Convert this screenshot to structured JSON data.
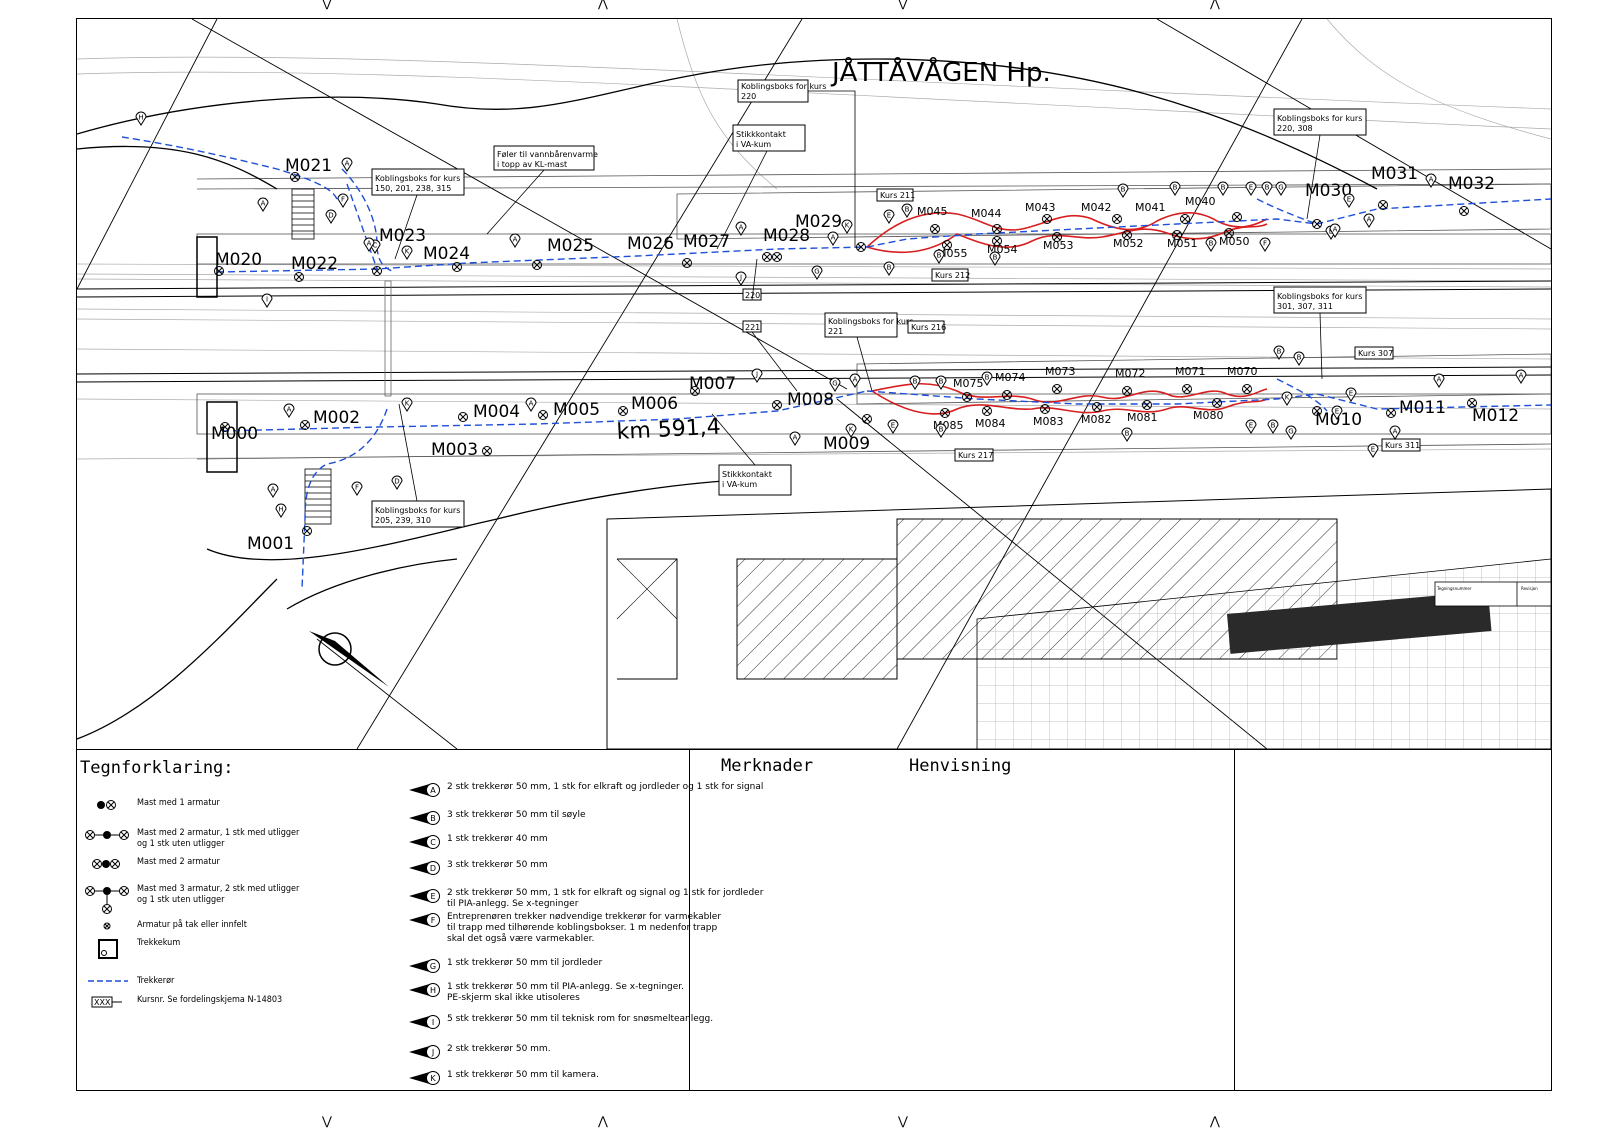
{
  "drawing": {
    "station_title": "JÅTTÅVÅGEN Hp.",
    "km_label": "km 591,4"
  },
  "masts": [
    "M000",
    "M001",
    "M002",
    "M003",
    "M004",
    "M005",
    "M006",
    "M007",
    "M008",
    "M009",
    "M010",
    "M011",
    "M012",
    "M020",
    "M021",
    "M022",
    "M023",
    "M024",
    "M025",
    "M026",
    "M027",
    "M028",
    "M029",
    "M030",
    "M031",
    "M032",
    "M040",
    "M041",
    "M042",
    "M043",
    "M044",
    "M045",
    "M050",
    "M051",
    "M052",
    "M053",
    "M054",
    "M055",
    "M070",
    "M071",
    "M072",
    "M073",
    "M074",
    "M075",
    "M080",
    "M081",
    "M082",
    "M083",
    "M084",
    "M085"
  ],
  "callouts": [
    "Koblingsboks for kurs 220",
    "Stikkkontakt i VA-kum",
    "Føler til vannbårenvarme i topp av KL-mast",
    "Koblingsboks for kurs 150, 201, 238, 315",
    "Koblingsboks for kurs 220, 308",
    "Koblingsboks for kurs 301, 307, 311",
    "Koblingsboks for kurs 221",
    "Koblingsboks for kurs 205, 239, 310",
    "Stikkkontakt i VA-kum",
    "Kurs 211",
    "Kurs 212",
    "Kurs 216",
    "Kurs 217",
    "Kurs 307",
    "Kurs 311",
    "220",
    "221"
  ],
  "legend": {
    "heading": "Tegnforklaring:",
    "symbols": [
      {
        "icon": "mast-1-icon",
        "text": "Mast med 1 armatur"
      },
      {
        "icon": "mast-2-outrigger-icon",
        "text": "Mast med 2 armatur, 1 stk med utligger\nog 1 stk uten utligger"
      },
      {
        "icon": "mast-2-icon",
        "text": "Mast med 2 armatur"
      },
      {
        "icon": "mast-3-icon",
        "text": "Mast med 3 armatur, 2 stk med utligger\nog 1 stk uten utligger"
      },
      {
        "icon": "roof-fixture-icon",
        "text": "Armatur på tak eller innfelt"
      },
      {
        "icon": "pull-pit-icon",
        "text": "Trekkekum"
      },
      {
        "icon": "conduit-line-icon",
        "text": "Trekkerør"
      },
      {
        "icon": "circuit-tag-icon",
        "text": "Kursnr. Se fordelingskjema N-14803"
      }
    ],
    "codes": [
      {
        "letter": "A",
        "text": "2 stk trekkerør 50 mm, 1 stk for elkraft og jordleder og 1 stk for signal"
      },
      {
        "letter": "B",
        "text": "3 stk trekkerør 50 mm til søyle"
      },
      {
        "letter": "C",
        "text": "1 stk trekkerør 40 mm"
      },
      {
        "letter": "D",
        "text": "3 stk trekkerør 50 mm"
      },
      {
        "letter": "E",
        "text": "2 stk trekkerør 50 mm, 1 stk for elkraft og signal og 1 stk for jordleder\ntil PIA-anlegg. Se x-tegninger"
      },
      {
        "letter": "F",
        "text": "Entreprenøren trekker nødvendige trekkerør for varmekabler\ntil trapp med tilhørende koblingsbokser. 1 m nedenfor trapp\nskal det også være varmekabler."
      },
      {
        "letter": "G",
        "text": "1 stk trekkerør 50 mm til jordleder"
      },
      {
        "letter": "H",
        "text": "1 stk trekkerør 50 mm til PIA-anlegg. Se x-tegninger.\nPE-skjerm skal ikke utisoleres"
      },
      {
        "letter": "I",
        "text": "5 stk trekkerør 50 mm til teknisk rom for snøsmelteanlegg."
      },
      {
        "letter": "J",
        "text": "2 stk trekkerør 50 mm."
      },
      {
        "letter": "K",
        "text": "1 stk trekkerør 50 mm til kamera."
      }
    ],
    "code_tag": "XXX"
  },
  "notes": {
    "merknader": "Merknader",
    "henvisning": "Henvisning"
  },
  "title_block": {
    "cell1": "Tegningsnummer",
    "cell2": "Revisjon"
  },
  "colors": {
    "conduit": "#1f4fd8",
    "heating": "#d81f1f",
    "line": "#000000",
    "grey": "#9a9a9a"
  }
}
